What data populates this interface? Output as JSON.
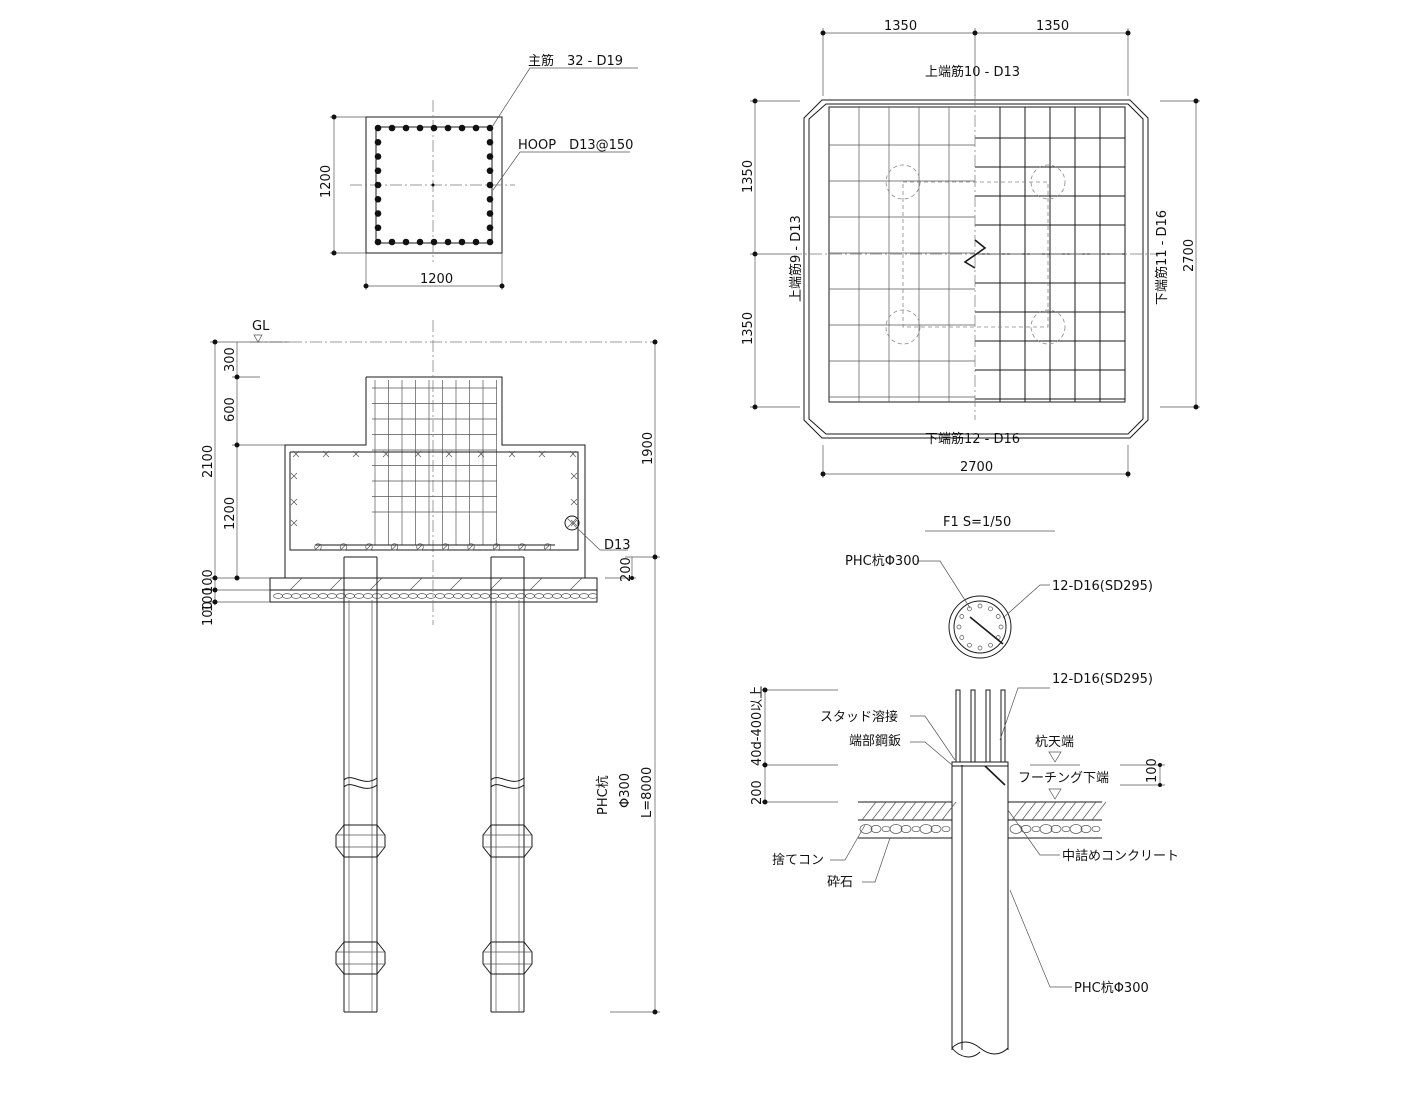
{
  "column_section": {
    "main_bar_label": "主筋　32 - D19",
    "hoop_label": "HOOP　D13@150",
    "dim_height": "1200",
    "dim_width": "1200"
  },
  "elevation": {
    "gl_label": "GL",
    "dims_left": [
      "300",
      "600",
      "2100",
      "1200",
      "100",
      "100",
      "100"
    ],
    "dim_right_1900": "1900",
    "dim_right_200": "200",
    "bar_label": "D13",
    "pile_label": "PHC杭",
    "pile_dia": "Φ300",
    "pile_length": "L=8000"
  },
  "plan": {
    "dim_top_left": "1350",
    "dim_top_right": "1350",
    "top_bar_x": "上端筋10 - D13",
    "top_bar_y": "上端筋9 - D13",
    "bottom_bar_y": "下端筋11 - D16",
    "bottom_bar_x": "下端筋12 - D16",
    "dim_left_top": "1350",
    "dim_left_bottom": "1350",
    "dim_right": "2700",
    "dim_bottom": "2700"
  },
  "title": "F1 S=1/50",
  "pile_detail": {
    "phc_top_label": "PHC杭Φ300",
    "bars_label_1": "12-D16(SD295)",
    "bars_label_2": "12-D16(SD295)",
    "stud_label": "スタッド溶接",
    "plate_label": "端部鋼鈑",
    "dim_40d": "40d-400以上",
    "dim_200": "200",
    "pile_top_label": "杭天端",
    "footing_bottom_label": "フーチング下端",
    "dim_100": "100",
    "leveling_label": "捨てコン",
    "gravel_label": "砕石",
    "infill_label": "中詰めコンクリート",
    "phc_bottom_label": "PHC杭Φ300"
  }
}
